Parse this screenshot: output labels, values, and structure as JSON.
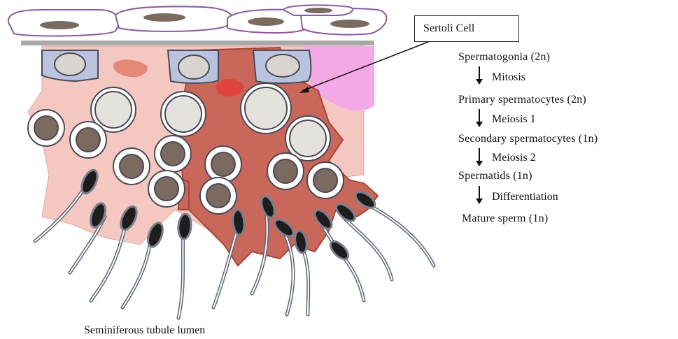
{
  "callout": {
    "label": "Sertoli Cell"
  },
  "flow": {
    "stages": [
      "Spermatogonia (2n)",
      "Primary spermatocytes (2n)",
      "Secondary spermatocytes (1n)",
      "Spermatids (1n)",
      "Mature sperm (1n)"
    ],
    "processes": [
      "Mitosis",
      "Meiosis 1",
      "Meiosis 2",
      "Differentiation"
    ]
  },
  "caption": {
    "text": "Seminiferous tubule lumen"
  },
  "colors": {
    "sertoli": "#c9675a",
    "sertoli_dark": "#a7453a",
    "pale_tissue": "#f4c8c0",
    "pink_region": "#f2a9e6",
    "membrane_cell_outline": "#8a5aa3",
    "basement": "#a9a9a9",
    "spermatogonia_fill": "#b9c3de",
    "spermatogonia_nucleus": "#d9d4cf",
    "spermatid_nucleus": "#7a6a60",
    "sperm_head": "#1d1d1d",
    "tail": "#8f98ad"
  }
}
